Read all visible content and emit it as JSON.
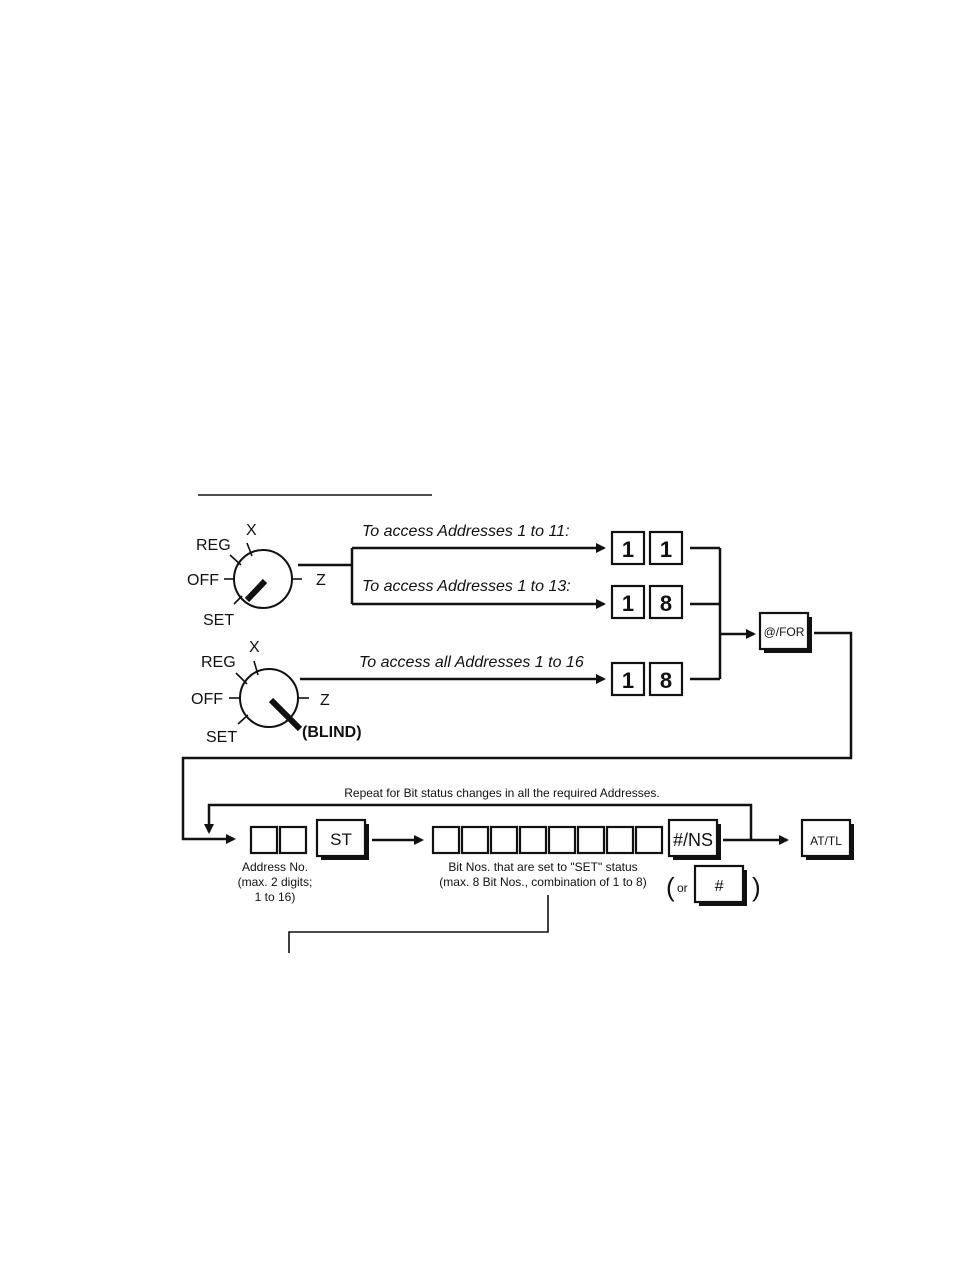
{
  "dials": [
    {
      "labels": {
        "x": "X",
        "reg": "REG",
        "off": "OFF",
        "set": "SET",
        "z": "Z"
      }
    },
    {
      "labels": {
        "x": "X",
        "reg": "REG",
        "off": "OFF",
        "set": "SET",
        "z": "Z",
        "blind": "(BLIND)"
      }
    }
  ],
  "routes": [
    {
      "text": "To access Addresses 1 to 11:",
      "keys": [
        "1",
        "1"
      ]
    },
    {
      "text": "To access Addresses 1 to 13:",
      "keys": [
        "1",
        "8"
      ]
    },
    {
      "text": "To access all Addresses 1 to 16",
      "keys": [
        "1",
        "8"
      ]
    }
  ],
  "keys": {
    "for": "@/FOR",
    "st": "ST",
    "ns": "#/NS",
    "hash": "#",
    "attl": "AT/TL"
  },
  "repeat_text": "Repeat for Bit status changes in all the required Addresses.",
  "address_label": [
    "Address No.",
    "(max. 2 digits;",
    "1 to 16)"
  ],
  "bits_label": [
    "Bit Nos. that are set to \"SET\" status",
    "(max. 8 Bit Nos., combination of 1 to 8)"
  ],
  "or_text": "or",
  "paren_open": "(",
  "paren_close": ")"
}
